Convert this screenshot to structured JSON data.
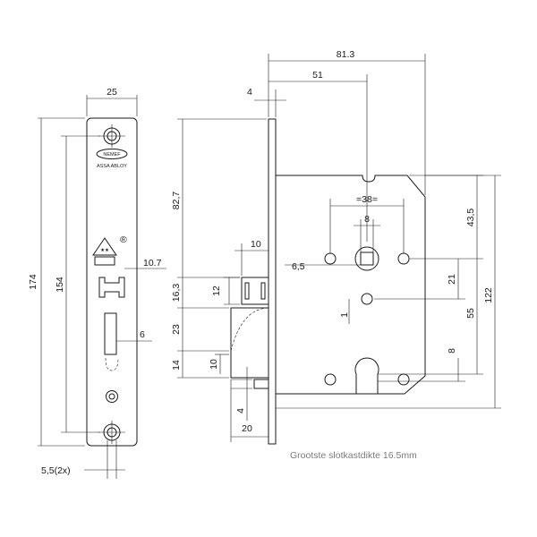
{
  "front_view": {
    "dims": {
      "width": "25",
      "height_total": "174",
      "height_inner": "154",
      "side_offset": "10.7",
      "right_6": "6",
      "bottom_holes": "5,5(2x)"
    },
    "plate_text": {
      "brand": "NEMEF",
      "company": "ASSA ABLOY",
      "registered_mark": "®"
    }
  },
  "side_view": {
    "dims": {
      "total_depth": "81.3",
      "backset": "51",
      "faceplate": "4",
      "top_827": "82,7",
      "latch_10": "10",
      "latch_12": "12",
      "left_163": "16,3",
      "gap_65": "6,5",
      "left_23": "23",
      "left_14": "14",
      "bolt_10": "10",
      "bottom_4": "4",
      "bottom_20": "20",
      "spindle_38": "=38=",
      "spindle_8": "8",
      "right_435": "43,5",
      "right_21": "21",
      "small_1": "1",
      "right_55": "55",
      "right_122": "122",
      "cyl_8": "8"
    }
  },
  "caption": "Grootste slotkastdikte 16.5mm"
}
